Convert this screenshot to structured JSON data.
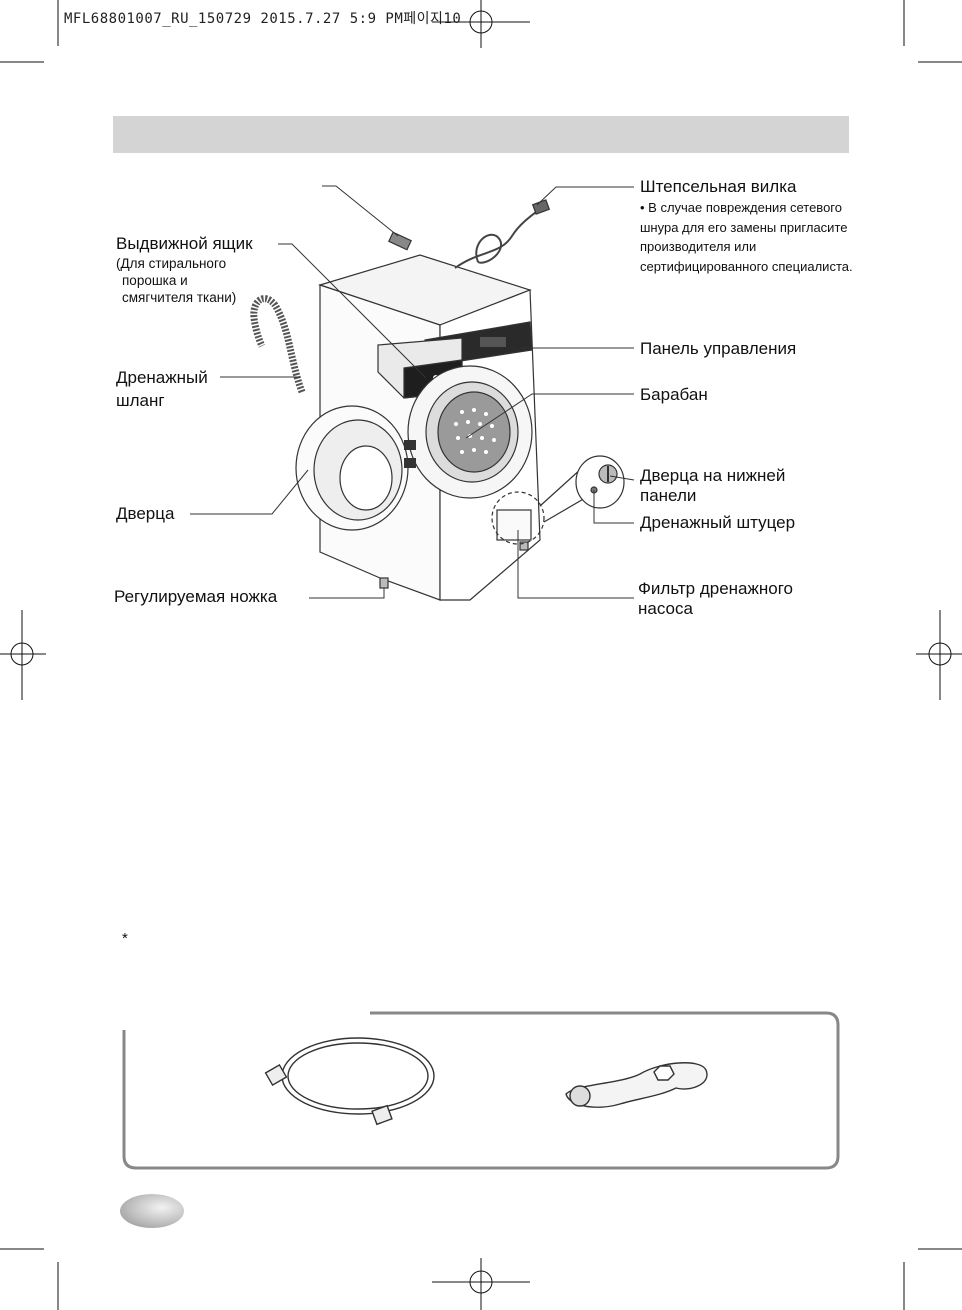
{
  "header": {
    "print_info": "MFL68801007_RU_150729  2015.7.27 5:9 PM페이지10"
  },
  "labels": {
    "drawer": "Выдвижной ящик",
    "drawer_note_1": "(Для стирального",
    "drawer_note_2": "порошка и",
    "drawer_note_3": "смягчителя ткани)",
    "drain_hose_1": "Дренажный",
    "drain_hose_2": "шланг",
    "door": "Дверца",
    "leveling_foot": "Регулируемая ножка",
    "power_plug": "Штепсельная вилка",
    "plug_note": "• В случае повреждения сетевого шнура для его замены пригласите производителя или сертифицированного специалиста.",
    "control_panel": "Панель управления",
    "drum": "Барабан",
    "lower_door_1": "Дверца на нижней",
    "lower_door_2": "панели",
    "drain_nipple": "Дренажный штуцер",
    "pump_filter_1": "Фильтр дренажного",
    "pump_filter_2": "насоса"
  },
  "footnote_mark": "*"
}
